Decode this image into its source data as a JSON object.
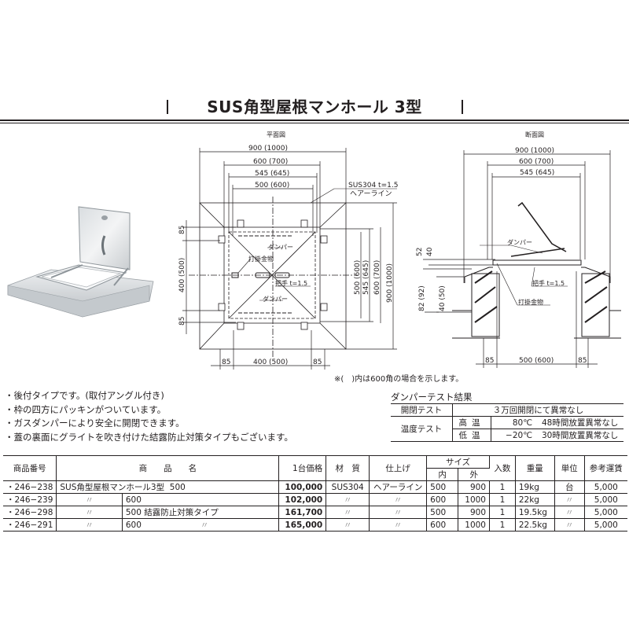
{
  "title": "SUS角型屋根マンホール 3型",
  "plan_view": {
    "label": "平面図",
    "dims_top": [
      "900 (1000)",
      "600 (700)",
      "545 (645)",
      "500 (600)"
    ],
    "dims_right": [
      "500 (600)",
      "545 (645)",
      "600 (700)",
      "900 (1000)"
    ],
    "dims_left": [
      "85",
      "400 (500)",
      "85"
    ],
    "dims_bottom": [
      "85",
      "400 (500)",
      "85"
    ],
    "callouts": {
      "material": "SUS304 t=1.5",
      "finish": "ヘアーライン",
      "damper_top": "ダンパー",
      "latch": "打掛金物",
      "handle": "把手 t=1.5",
      "damper_bottom": "ダンパー"
    }
  },
  "section_view": {
    "label": "断面図",
    "dims_top": [
      "900 (1000)",
      "600 (700)",
      "545 (645)"
    ],
    "dims_left": [
      "52",
      "40",
      "82 (92)",
      "40 (50)"
    ],
    "dims_bottom": [
      "85",
      "500 (600)",
      "85"
    ],
    "callouts": {
      "damper": "ダンパー",
      "handle": "把手 t=1.5",
      "latch": "打掛金物"
    }
  },
  "note": "※(　)内は600角の場合を示します。",
  "features": [
    "・後付タイプです。(取付アングル付き)",
    "・枠の四方にパッキンがついています。",
    "・ガスダンパーにより安全に開閉できます。",
    "・蓋の裏面にグライトを吹き付けた結露防止対策タイプもございます。"
  ],
  "damper_test": {
    "title": "ダンパーテスト結果",
    "open_close_label": "開閉テスト",
    "open_close_result": "３万回開閉にて異常なし",
    "temp_label": "温度テスト",
    "rows": [
      {
        "sub": "高温",
        "temp": "80℃",
        "result": "48時間放置異常なし"
      },
      {
        "sub": "低温",
        "temp": "−20℃",
        "result": "30時間放置異常なし"
      }
    ]
  },
  "product_table": {
    "headers": {
      "code": "商品番号",
      "name": "商　　品　　名",
      "price": "1台価格",
      "material": "材　質",
      "finish": "仕上げ",
      "size": "サイズ",
      "size_inner": "内",
      "size_outer": "外",
      "qty": "入数",
      "weight": "重量",
      "unit": "単位",
      "shipping": "参考運賃"
    },
    "rows": [
      {
        "code": "・246−238",
        "name": "SUS角型屋根マンホール3型",
        "spec": "500",
        "spec2": "",
        "price": "100,000",
        "material": "SUS304",
        "finish": "ヘアーライン",
        "inner": "500",
        "outer": "900",
        "qty": "1",
        "weight": "19kg",
        "unit": "台",
        "shipping": "5,000"
      },
      {
        "code": "・246−239",
        "name": "〃",
        "spec": "600",
        "spec2": "",
        "price": "102,000",
        "material": "〃",
        "finish": "〃",
        "inner": "600",
        "outer": "1000",
        "qty": "1",
        "weight": "22kg",
        "unit": "〃",
        "shipping": "5,000"
      },
      {
        "code": "・246−298",
        "name": "〃",
        "spec": "500 結露防止対策タイプ",
        "spec2": "",
        "price": "161,700",
        "material": "〃",
        "finish": "〃",
        "inner": "500",
        "outer": "900",
        "qty": "1",
        "weight": "19.5kg",
        "unit": "〃",
        "shipping": "5,000"
      },
      {
        "code": "・246−291",
        "name": "〃",
        "spec": "600",
        "spec2": "〃",
        "price": "165,000",
        "material": "〃",
        "finish": "〃",
        "inner": "600",
        "outer": "1000",
        "qty": "1",
        "weight": "22.5kg",
        "unit": "〃",
        "shipping": "5,000"
      }
    ]
  }
}
